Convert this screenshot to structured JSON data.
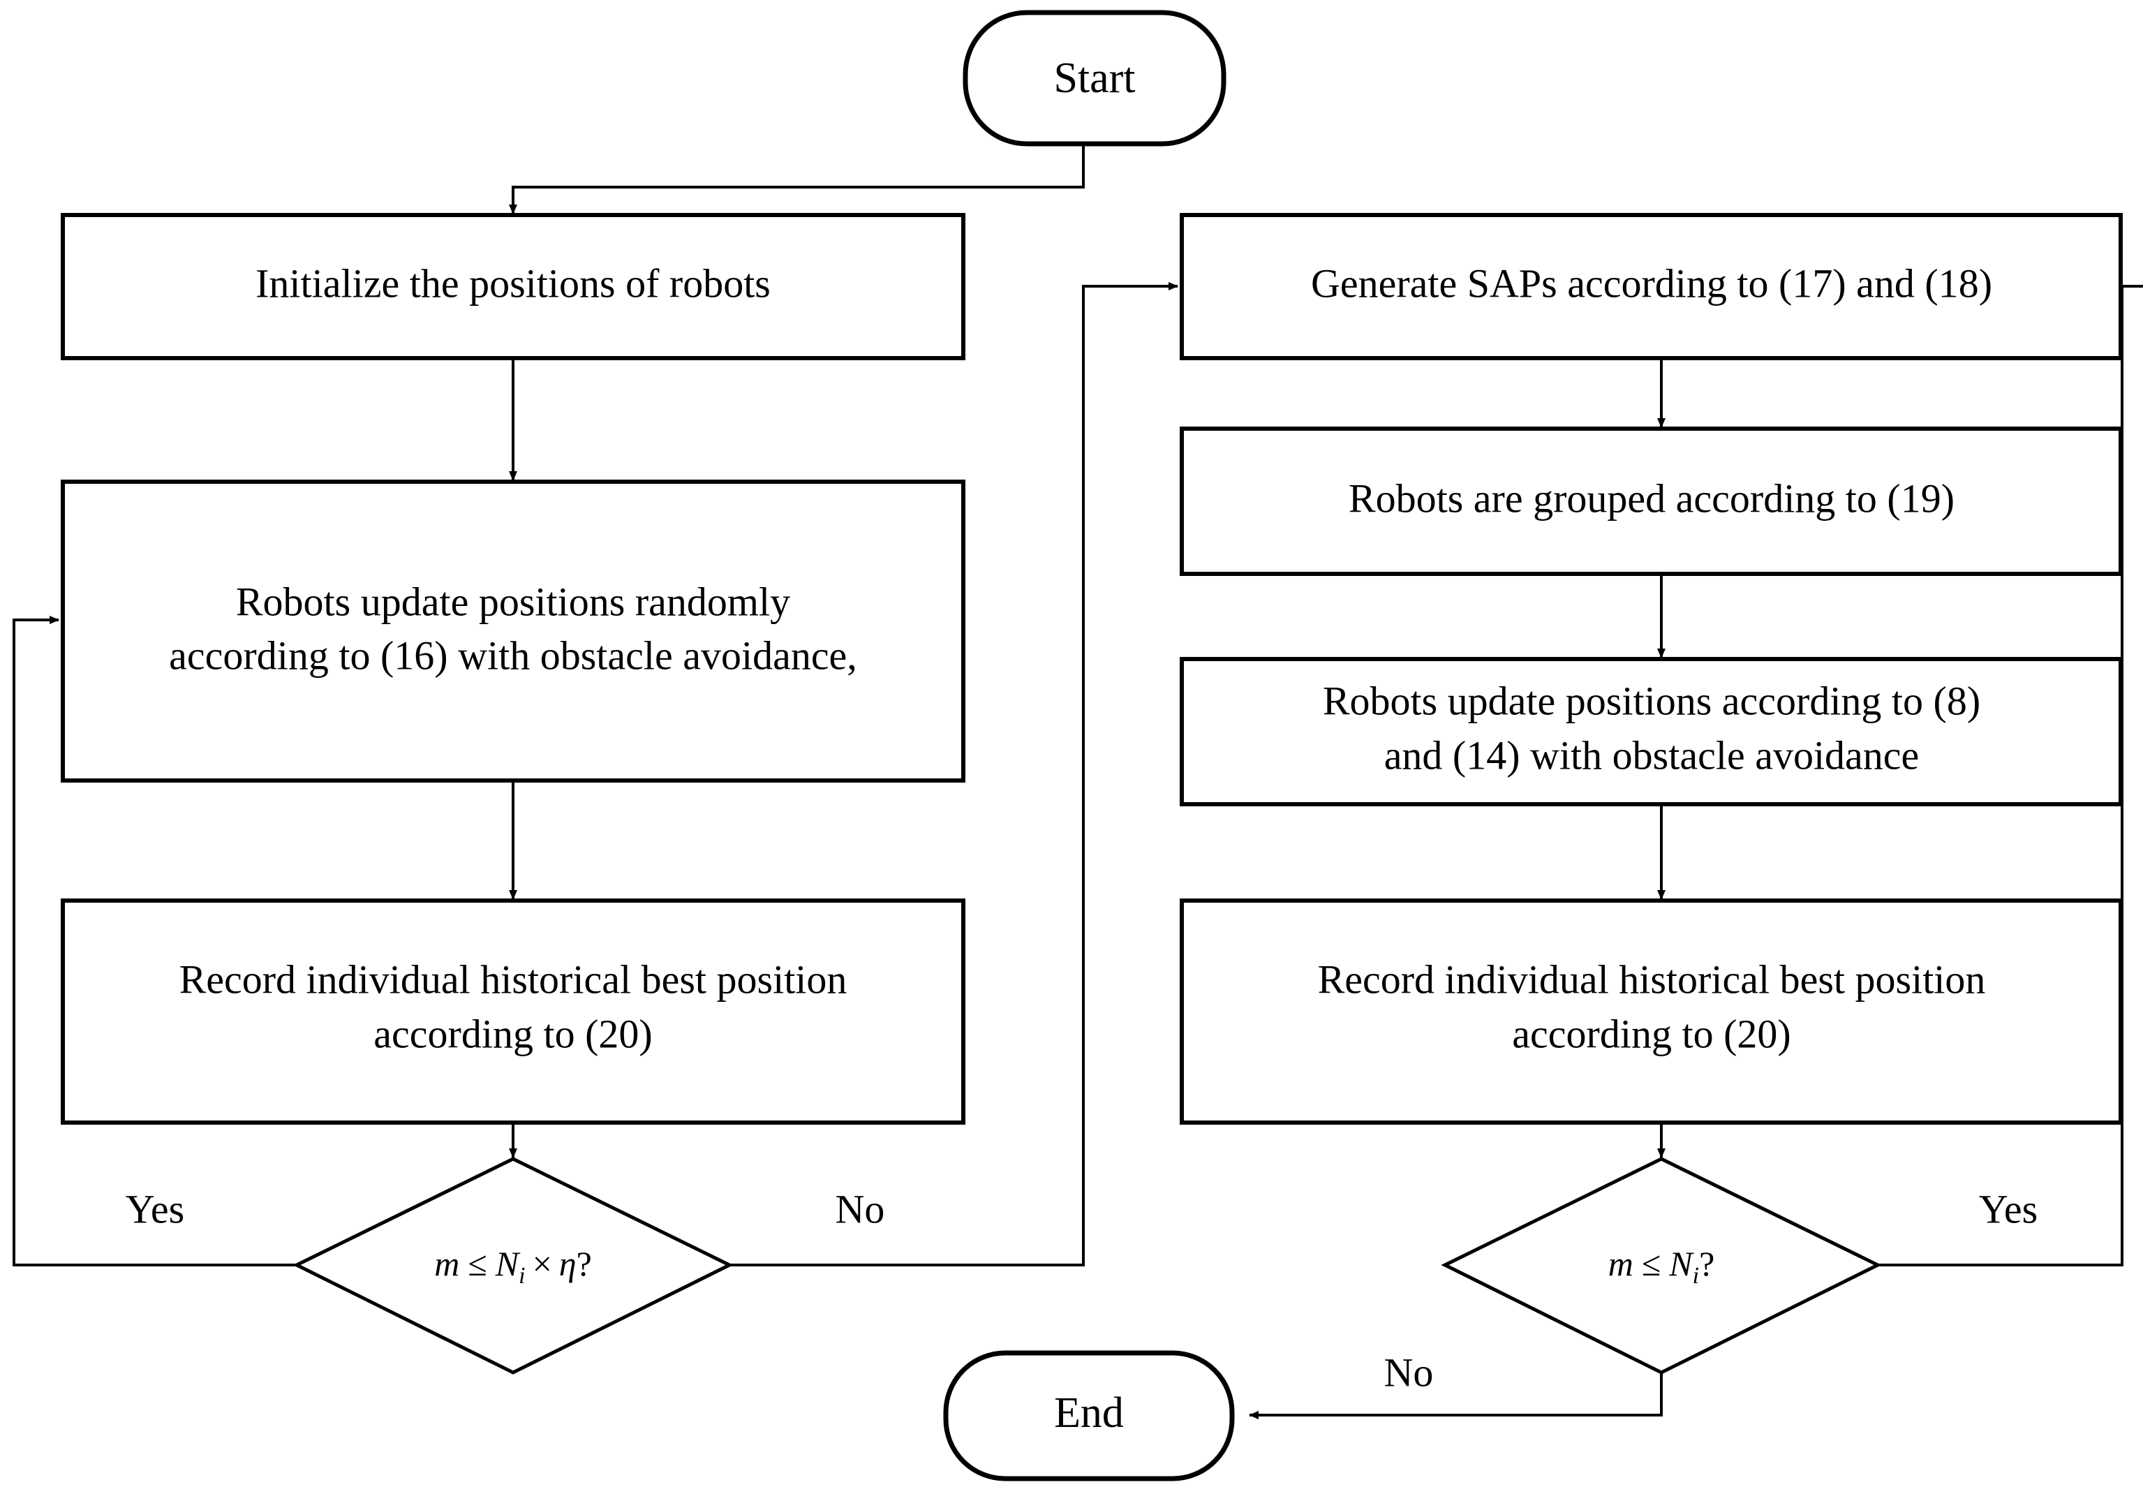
{
  "diagram": {
    "title": "Algorithm flowchart",
    "background_color": "#ffffff",
    "line_color": "#000000",
    "nodes": {
      "start": {
        "label": "Start",
        "shape": "terminal"
      },
      "init": {
        "label": "Initialize the positions of robots",
        "shape": "process"
      },
      "random_update": {
        "line1": "Robots update positions randomly",
        "line2": "according to (16) with obstacle avoidance,",
        "shape": "process"
      },
      "record_left": {
        "line1": "Record individual historical best position",
        "line2": "according to (20)",
        "shape": "process"
      },
      "decision_left": {
        "expr_lhs": "m",
        "expr_op": "≤",
        "expr_n": "N",
        "expr_sub": "i",
        "expr_times": "×",
        "expr_eta": "η",
        "expr_q": "?",
        "plain": "m ≤ N_i × η?",
        "shape": "decision"
      },
      "generate_saps": {
        "label": "Generate SAPs according to (17) and (18)",
        "shape": "process"
      },
      "grouped": {
        "label": "Robots are grouped according to (19)",
        "shape": "process"
      },
      "update_right": {
        "line1": "Robots update positions according to (8)",
        "line2": "and (14) with obstacle avoidance",
        "shape": "process"
      },
      "record_right": {
        "line1": "Record individual historical best position",
        "line2": "according to (20)",
        "shape": "process"
      },
      "decision_right": {
        "expr_lhs": "m",
        "expr_op": "≤",
        "expr_n": "N",
        "expr_sub": "i",
        "expr_q": "?",
        "plain": "m ≤ N_i?",
        "shape": "decision"
      },
      "end": {
        "label": "End",
        "shape": "terminal"
      }
    },
    "edge_labels": {
      "left_yes": "Yes",
      "left_no": "No",
      "right_yes": "Yes",
      "right_no": "No"
    },
    "edges": [
      {
        "from": "start",
        "to": "init",
        "label": ""
      },
      {
        "from": "init",
        "to": "random_update",
        "label": ""
      },
      {
        "from": "random_update",
        "to": "record_left",
        "label": ""
      },
      {
        "from": "record_left",
        "to": "decision_left",
        "label": ""
      },
      {
        "from": "decision_left",
        "to": "random_update",
        "label": "Yes"
      },
      {
        "from": "decision_left",
        "to": "generate_saps",
        "label": "No"
      },
      {
        "from": "generate_saps",
        "to": "grouped",
        "label": ""
      },
      {
        "from": "grouped",
        "to": "update_right",
        "label": ""
      },
      {
        "from": "update_right",
        "to": "record_right",
        "label": ""
      },
      {
        "from": "record_right",
        "to": "decision_right",
        "label": ""
      },
      {
        "from": "decision_right",
        "to": "generate_saps",
        "label": "Yes"
      },
      {
        "from": "decision_right",
        "to": "end",
        "label": "No"
      }
    ]
  }
}
